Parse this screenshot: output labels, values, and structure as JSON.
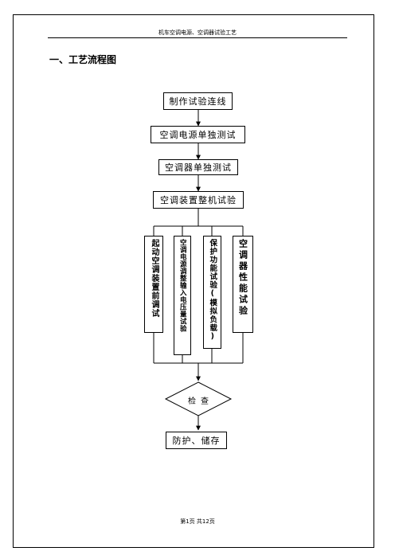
{
  "header": {
    "title": "机车空调电源、空调器试验工艺"
  },
  "section": {
    "title": "一、工艺流程图"
  },
  "flow": {
    "step1": "制作试验连线",
    "step2": "空调电源单独测试",
    "step3": "空调器单独测试",
    "step4": "空调装置整机试验",
    "branches": [
      "起动空调装置前调试",
      "空调电源调整输入电压量试验",
      "保护功能试验(模拟负载)",
      "空调器性能试验"
    ],
    "decision": "检查",
    "final": "防护、储存"
  },
  "footer": {
    "page": "第1页   共12页"
  }
}
